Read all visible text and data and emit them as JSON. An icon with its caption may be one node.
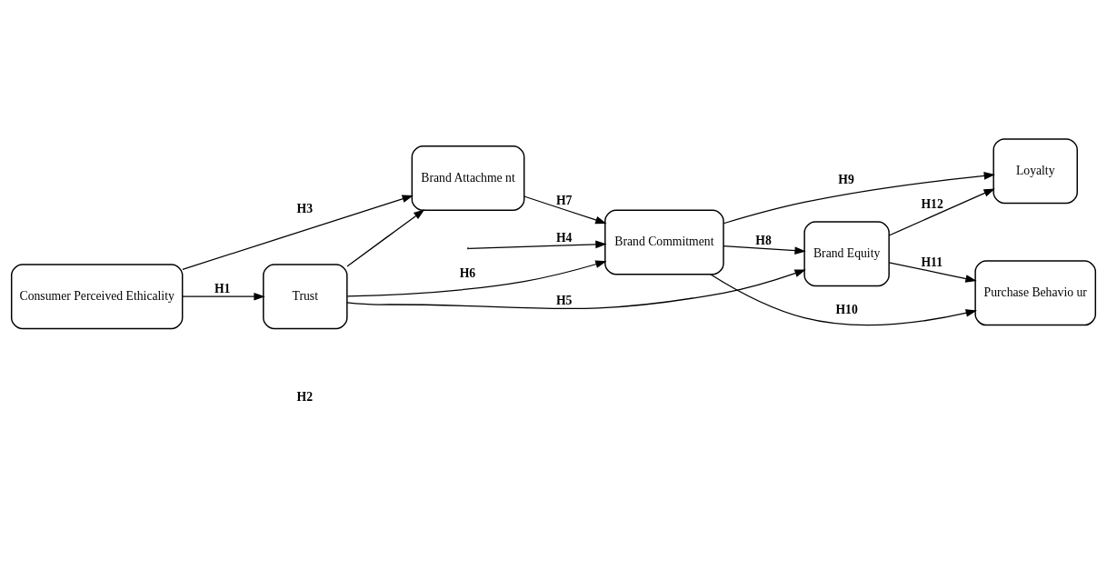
{
  "diagram": {
    "nodes": [
      {
        "text": [
          "Consumer Perceived Ethicality"
        ]
      },
      {
        "text": [
          "Trust"
        ]
      },
      {
        "text": [
          "Brand Equity"
        ]
      },
      {
        "text": [
          "Brand Commitment"
        ]
      },
      {
        "text": [
          "Loyalty"
        ]
      },
      {
        "text": [
          "Brand Attachme nt"
        ]
      },
      {
        "text": [
          "Purchase Behavio ur"
        ]
      }
    ],
    "edges": [
      {
        "from": 0,
        "to": 1,
        "arrow": "to",
        "label": "H1"
      },
      {
        "from": 0,
        "to": 5,
        "arrow": "to",
        "label": "H3"
      },
      {
        "from": null,
        "to": 3,
        "arrow": "to",
        "label": "H4"
      },
      {
        "from": 1,
        "to": 2,
        "arrow": "to",
        "label": "H5"
      },
      {
        "from": 1,
        "to": 3,
        "arrow": "to",
        "label": "H6"
      },
      {
        "from": 1,
        "to": 5,
        "arrow": "to"
      },
      {
        "from": 5,
        "to": 3,
        "arrow": "to",
        "label": "H7"
      },
      {
        "from": 3,
        "to": 2,
        "arrow": "to",
        "label": "H8"
      },
      {
        "from": 3,
        "to": 4,
        "arrow": "to",
        "label": "H9"
      },
      {
        "from": 3,
        "to": 6,
        "arrow": "to",
        "label": "H10"
      },
      {
        "from": 2,
        "to": 6,
        "arrow": "to",
        "label": "H11"
      },
      {
        "from": 2,
        "to": 4,
        "arrow": "to",
        "label": "H12"
      }
    ],
    "labels": [
      "H2"
    ]
  }
}
